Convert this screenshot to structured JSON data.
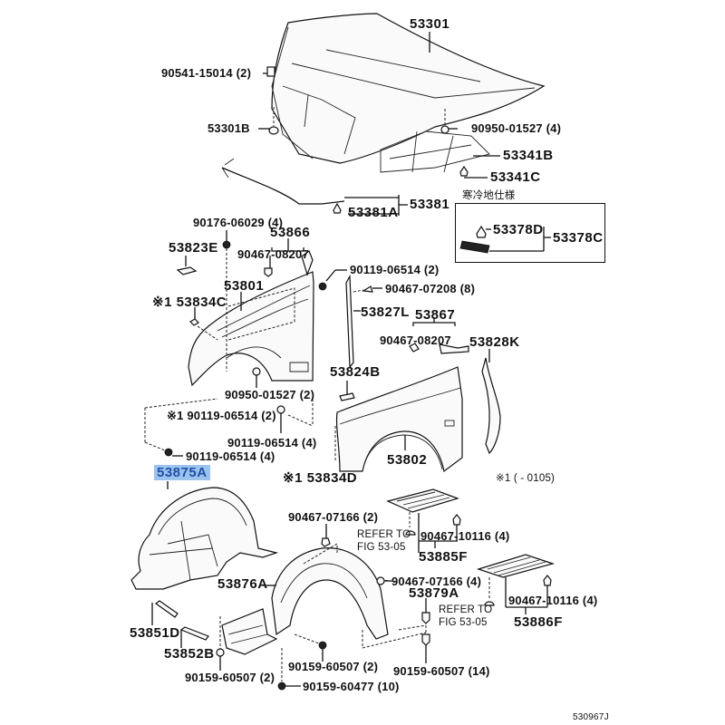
{
  "diagram": {
    "title_code": "530967J",
    "footnote": "※1 (      - 0105)",
    "cold_region_box_title": "寒冷地仕様",
    "parts": {
      "hood": "53301",
      "hood_bumper": "90541-15014 (2)",
      "hood_cushion": "53301B",
      "hood_plug": "90950-01527 (4)",
      "hood_insulator": "53341B",
      "insulator_clip": "53341C",
      "hood_seal": "53381",
      "seal_clip": "53381A",
      "cold_clip": "53378D",
      "cold_seal": "53378C",
      "fender_bolt_top": "90176-06029 (4)",
      "fender_seal_e": "53823E",
      "fender_set_lh": "53866",
      "fender_clip_08207_a": "90467-08207",
      "bolt_06514_2_a": "90119-06514 (2)",
      "clip_07208": "90467-07208 (8)",
      "fender_rh": "53801",
      "protector_c": "※1 53834C",
      "seal_827l": "53827L",
      "fender_set_rh": "53867",
      "fender_clip_08207_b": "90467-08207",
      "seal_828k": "53828K",
      "plug_01527_2": "90950-01527 (2)",
      "seal_824b": "53824B",
      "bolt_06514_2_b": "※1 90119-06514 (2)",
      "bolt_06514_4_a": "90119-06514 (4)",
      "bolt_06514_4_b": "90119-06514 (4)",
      "fender_lh": "53802",
      "protector_d": "※1 53834D",
      "liner_rh": "53875A",
      "clip_07166_2": "90467-07166 (2)",
      "refer_to_1": "REFER TO",
      "refer_fig_1": "FIG 53-05",
      "clip_10116_a": "90467-10116 (4)",
      "cover_885f": "53885F",
      "liner_lh": "53876A",
      "clip_07166_4": "90467-07166 (4)",
      "seal_879a": "53879A",
      "refer_to_2": "REFER TO",
      "refer_fig_2": "FIG 53-05",
      "clip_10116_b": "90467-10116 (4)",
      "cover_886f": "53886F",
      "bracket_851d": "53851D",
      "bracket_852b": "53852B",
      "screw_60507_2_a": "90159-60507 (2)",
      "screw_60507_2_b": "90159-60507 (2)",
      "screw_60477": "90159-60477 (10)",
      "screw_60507_14": "90159-60507 (14)"
    },
    "highlight_color": "#9cc3ee"
  }
}
